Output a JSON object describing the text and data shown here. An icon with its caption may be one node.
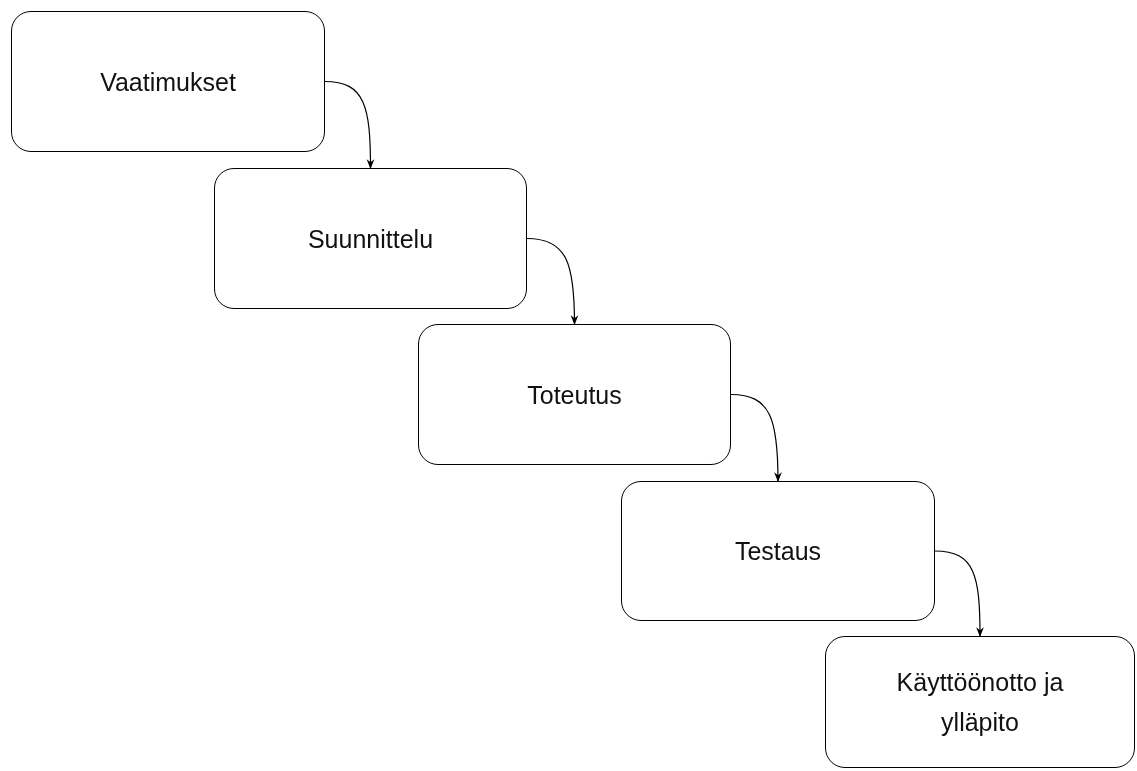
{
  "diagram": {
    "nodes": [
      {
        "text": [
          "Vaatimukset"
        ]
      },
      {
        "text": [
          "Suunnittelu"
        ]
      },
      {
        "text": [
          "Toteutus"
        ]
      },
      {
        "text": [
          "Testaus"
        ]
      },
      {
        "text": [
          "Käyttöönotto ja ylläpito"
        ]
      }
    ],
    "edges": [
      {
        "from": 0,
        "to": 1,
        "arrow": "to"
      },
      {
        "from": 1,
        "to": 2,
        "arrow": "to"
      },
      {
        "from": 2,
        "to": 3,
        "arrow": "to"
      },
      {
        "from": 3,
        "to": 4,
        "arrow": "to"
      }
    ]
  }
}
